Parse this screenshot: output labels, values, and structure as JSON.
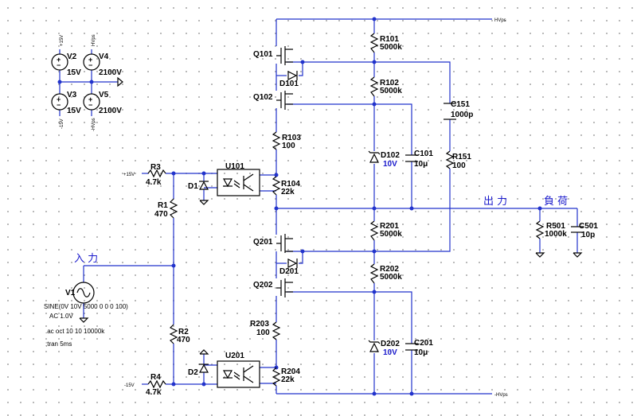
{
  "nets": {
    "hvps": "HVps",
    "neg_hvps": "-HVps",
    "p15": "+15V",
    "n15": "-15V",
    "p15_small": "+15V",
    "n15_small": "-15V",
    "hvps_small": "HVps",
    "neg_hvps_small": "-HVps"
  },
  "sources": {
    "v1": {
      "ref": "V1",
      "wave": "SINE(0V 10V 5000 0 0 0 100)",
      "ac": "AC 1.0V"
    },
    "v2": {
      "ref": "V2",
      "value": "15V"
    },
    "v3": {
      "ref": "V3",
      "value": "15V"
    },
    "v4": {
      "ref": "V4",
      "value": "2100V"
    },
    "v5": {
      "ref": "V5",
      "value": "2100V"
    }
  },
  "directives": {
    "ac": ".ac oct 10 10 10000k",
    "tran": ";tran 5ms"
  },
  "labels": {
    "input": "入 力",
    "output": "出 力",
    "load": "負 荷"
  },
  "parts": {
    "q101": "Q101",
    "q102": "Q102",
    "q201": "Q201",
    "q202": "Q202",
    "d101": "D101",
    "d201": "D201",
    "d102": "D102",
    "d102v": "10V",
    "d202": "D202",
    "d202v": "10V",
    "d1": "D1",
    "d2": "D2",
    "u101": "U101",
    "u201": "U201",
    "r101": "R101",
    "r101v": "5000k",
    "r102": "R102",
    "r102v": "5000k",
    "r103": "R103",
    "r103v": "100",
    "r104": "R104",
    "r104v": "22k",
    "r151": "R151",
    "r151v": "100",
    "c151": "C151",
    "c151v": "1000p",
    "c101": "C101",
    "c101v": "10μ",
    "r201": "R201",
    "r201v": "5000k",
    "r202": "R202",
    "r202v": "5000k",
    "r203": "R203",
    "r203v": "100",
    "r204": "R204",
    "r204v": "22k",
    "c201": "C201",
    "c201v": "10μ",
    "r1": "R1",
    "r1v": "470",
    "r2": "R2",
    "r2v": "470",
    "r3": "R3",
    "r3v": "4.7k",
    "r4": "R4",
    "r4v": "4.7k",
    "r501": "R501",
    "r501v": "1000k",
    "c501": "C501",
    "c501v": "10p"
  }
}
